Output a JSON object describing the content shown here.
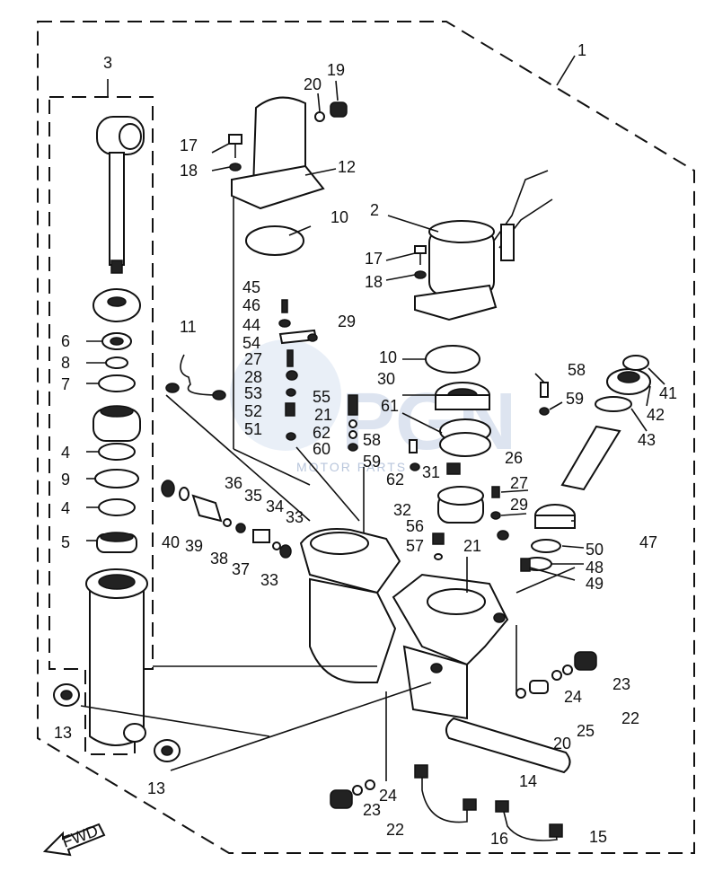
{
  "watermark": {
    "brand": "PGN",
    "sub": "MOTOR PARTS"
  },
  "direction_tag": "FWD",
  "callouts": [
    {
      "id": "c1",
      "text": "1"
    },
    {
      "id": "c2",
      "text": "2"
    },
    {
      "id": "c3",
      "text": "3"
    },
    {
      "id": "c4a",
      "text": "4"
    },
    {
      "id": "c4b",
      "text": "4"
    },
    {
      "id": "c5",
      "text": "5"
    },
    {
      "id": "c6",
      "text": "6"
    },
    {
      "id": "c7",
      "text": "7"
    },
    {
      "id": "c8",
      "text": "8"
    },
    {
      "id": "c9",
      "text": "9"
    },
    {
      "id": "c10a",
      "text": "10"
    },
    {
      "id": "c10b",
      "text": "10"
    },
    {
      "id": "c11",
      "text": "11"
    },
    {
      "id": "c12",
      "text": "12"
    },
    {
      "id": "c13a",
      "text": "13"
    },
    {
      "id": "c13b",
      "text": "13"
    },
    {
      "id": "c14",
      "text": "14"
    },
    {
      "id": "c15",
      "text": "15"
    },
    {
      "id": "c16",
      "text": "16"
    },
    {
      "id": "c17a",
      "text": "17"
    },
    {
      "id": "c17b",
      "text": "17"
    },
    {
      "id": "c18a",
      "text": "18"
    },
    {
      "id": "c18b",
      "text": "18"
    },
    {
      "id": "c19",
      "text": "19"
    },
    {
      "id": "c20a",
      "text": "20"
    },
    {
      "id": "c20b",
      "text": "20"
    },
    {
      "id": "c21a",
      "text": "21"
    },
    {
      "id": "c21b",
      "text": "21"
    },
    {
      "id": "c22a",
      "text": "22"
    },
    {
      "id": "c22b",
      "text": "22"
    },
    {
      "id": "c23a",
      "text": "23"
    },
    {
      "id": "c23b",
      "text": "23"
    },
    {
      "id": "c24a",
      "text": "24"
    },
    {
      "id": "c24b",
      "text": "24"
    },
    {
      "id": "c25",
      "text": "25"
    },
    {
      "id": "c26",
      "text": "26"
    },
    {
      "id": "c27a",
      "text": "27"
    },
    {
      "id": "c27b",
      "text": "27"
    },
    {
      "id": "c28",
      "text": "28"
    },
    {
      "id": "c29a",
      "text": "29"
    },
    {
      "id": "c29b",
      "text": "29"
    },
    {
      "id": "c30",
      "text": "30"
    },
    {
      "id": "c31",
      "text": "31"
    },
    {
      "id": "c32",
      "text": "32"
    },
    {
      "id": "c33a",
      "text": "33"
    },
    {
      "id": "c33b",
      "text": "33"
    },
    {
      "id": "c34",
      "text": "34"
    },
    {
      "id": "c35",
      "text": "35"
    },
    {
      "id": "c36",
      "text": "36"
    },
    {
      "id": "c37",
      "text": "37"
    },
    {
      "id": "c38",
      "text": "38"
    },
    {
      "id": "c39",
      "text": "39"
    },
    {
      "id": "c40",
      "text": "40"
    },
    {
      "id": "c41",
      "text": "41"
    },
    {
      "id": "c42",
      "text": "42"
    },
    {
      "id": "c43",
      "text": "43"
    },
    {
      "id": "c44",
      "text": "44"
    },
    {
      "id": "c45",
      "text": "45"
    },
    {
      "id": "c46",
      "text": "46"
    },
    {
      "id": "c47",
      "text": "47"
    },
    {
      "id": "c48",
      "text": "48"
    },
    {
      "id": "c49",
      "text": "49"
    },
    {
      "id": "c50",
      "text": "50"
    },
    {
      "id": "c51",
      "text": "51"
    },
    {
      "id": "c52",
      "text": "52"
    },
    {
      "id": "c53",
      "text": "53"
    },
    {
      "id": "c54",
      "text": "54"
    },
    {
      "id": "c55",
      "text": "55"
    },
    {
      "id": "c56",
      "text": "56"
    },
    {
      "id": "c57",
      "text": "57"
    },
    {
      "id": "c58a",
      "text": "58"
    },
    {
      "id": "c58b",
      "text": "58"
    },
    {
      "id": "c59a",
      "text": "59"
    },
    {
      "id": "c59b",
      "text": "59"
    },
    {
      "id": "c60",
      "text": "60"
    },
    {
      "id": "c61",
      "text": "61"
    },
    {
      "id": "c62a",
      "text": "62"
    },
    {
      "id": "c62b",
      "text": "62"
    }
  ]
}
